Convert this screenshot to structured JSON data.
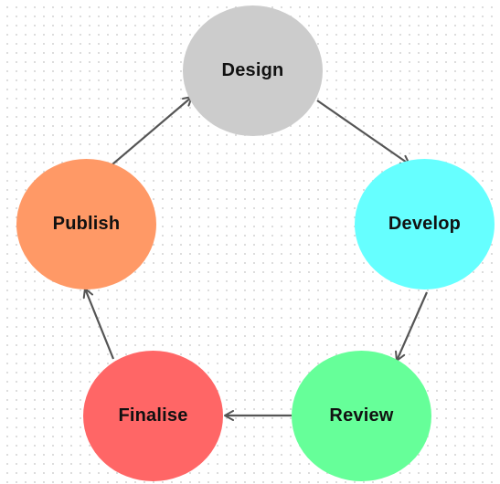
{
  "nodes": [
    {
      "id": "design",
      "label": "Design",
      "color": "#cccccc"
    },
    {
      "id": "develop",
      "label": "Develop",
      "color": "#66ffff"
    },
    {
      "id": "review",
      "label": "Review",
      "color": "#66ff99"
    },
    {
      "id": "finalise",
      "label": "Finalise",
      "color": "#ff6666"
    },
    {
      "id": "publish",
      "label": "Publish",
      "color": "#ff9966"
    }
  ],
  "edges": [
    {
      "from": "design",
      "to": "develop"
    },
    {
      "from": "develop",
      "to": "review"
    },
    {
      "from": "review",
      "to": "finalise"
    },
    {
      "from": "finalise",
      "to": "publish"
    },
    {
      "from": "publish",
      "to": "design"
    }
  ],
  "edge_color": "#555555"
}
